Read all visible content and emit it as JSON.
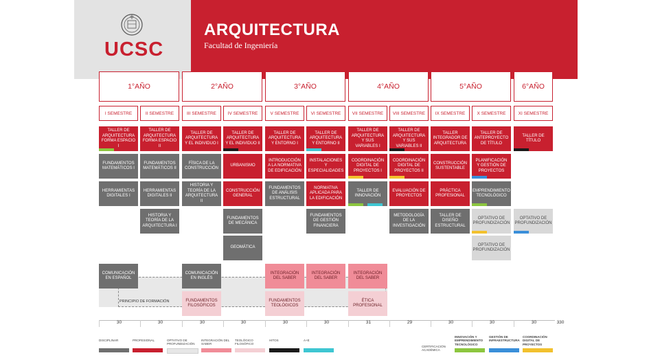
{
  "header": {
    "title": "ARQUITECTURA",
    "subtitle": "Facultad de Ingeniería",
    "logo_text": "UCSC",
    "accent_color": "#c8202f",
    "logo_bg": "#e3e3e3"
  },
  "years": [
    "1°AÑO",
    "2°AÑO",
    "3°AÑO",
    "4°AÑO",
    "5°AÑO",
    "6°AÑO"
  ],
  "semesters": [
    "I SEMESTRE",
    "II SEMESTRE",
    "III SEMESTRE",
    "IV SEMESTRE",
    "V SEMESTRE",
    "VI SEMESTRE",
    "VII SEMESTRE",
    "VIII SEMESTRE",
    "IX SEMESTRE",
    "X SEMESTRE",
    "XI SEMESTRE"
  ],
  "courses": [
    {
      "sem": 0,
      "row": 0,
      "type": "profesional",
      "label": "Taller de Arquitectura Forma Espacio I",
      "mark": "optativo-green"
    },
    {
      "sem": 0,
      "row": 1,
      "type": "disciplinar",
      "label": "Fundamentos Matemáticos I"
    },
    {
      "sem": 0,
      "row": 2,
      "type": "disciplinar",
      "label": "Herramientas Digitales I"
    },
    {
      "sem": 1,
      "row": 0,
      "type": "profesional",
      "label": "Taller de Arquitectura Forma Espacio II"
    },
    {
      "sem": 1,
      "row": 1,
      "type": "disciplinar",
      "label": "Fundamentos Matemáticos II"
    },
    {
      "sem": 1,
      "row": 2,
      "type": "disciplinar",
      "label": "Herramientas Digitales II"
    },
    {
      "sem": 1,
      "row": 3,
      "type": "disciplinar",
      "label": "Historia y Teoría de la Arquitectura I"
    },
    {
      "sem": 2,
      "row": 0,
      "type": "profesional",
      "label": "Taller de Arquitectura y el Individuo I"
    },
    {
      "sem": 2,
      "row": 1,
      "type": "disciplinar",
      "label": "Física de la Construcción"
    },
    {
      "sem": 2,
      "row": 2,
      "type": "disciplinar",
      "label": "Historia y Teoría de la Arquitectura II"
    },
    {
      "sem": 3,
      "row": 0,
      "type": "profesional",
      "label": "Taller de Arquitectura y el Individuo II",
      "mark": "hitos"
    },
    {
      "sem": 3,
      "row": 1,
      "type": "profesional",
      "label": "Urbanismo"
    },
    {
      "sem": 3,
      "row": 2,
      "type": "profesional",
      "label": "Construcción General"
    },
    {
      "sem": 3,
      "row": 3,
      "type": "disciplinar",
      "label": "Fundamentos de Mecánica"
    },
    {
      "sem": 3,
      "row": 4,
      "type": "disciplinar",
      "label": "Geomática"
    },
    {
      "sem": 4,
      "row": 0,
      "type": "profesional",
      "label": "Taller de Arquitectura y Entorno I"
    },
    {
      "sem": 4,
      "row": 1,
      "type": "profesional",
      "label": "Introducción a la Normativa de Edificación"
    },
    {
      "sem": 4,
      "row": 2,
      "type": "disciplinar",
      "label": "Fundamentos de Análisis Estructural"
    },
    {
      "sem": 5,
      "row": 0,
      "type": "profesional",
      "label": "Taller de Arquitectura y Entorno II",
      "mark": "ae"
    },
    {
      "sem": 5,
      "row": 1,
      "type": "profesional",
      "label": "Instalaciones y Especialidades"
    },
    {
      "sem": 5,
      "row": 2,
      "type": "profesional",
      "label": "Normativa Aplicada para la Edificación"
    },
    {
      "sem": 5,
      "row": 3,
      "type": "disciplinar",
      "label": "Fundamentos de Gestión Financiera"
    },
    {
      "sem": 6,
      "row": 0,
      "type": "profesional",
      "label": "Taller de Arquitectura y sus Variables I"
    },
    {
      "sem": 6,
      "row": 1,
      "type": "profesional",
      "label": "Coordinación Digital de Proyectos I",
      "mark": "coord"
    },
    {
      "sem": 6,
      "row": 2,
      "type": "disciplinar",
      "label": "Taller de Innovación",
      "mark": "innov-ae"
    },
    {
      "sem": 7,
      "row": 0,
      "type": "profesional",
      "label": "Taller de Arquitectura y sus Variables II",
      "mark": "hitos"
    },
    {
      "sem": 7,
      "row": 1,
      "type": "profesional",
      "label": "Coordinación Digital de Proyectos II",
      "mark": "coord"
    },
    {
      "sem": 7,
      "row": 2,
      "type": "profesional",
      "label": "Evaluación de Proyectos"
    },
    {
      "sem": 7,
      "row": 3,
      "type": "disciplinar",
      "label": "Metodología de la Investigación"
    },
    {
      "sem": 8,
      "row": 0,
      "type": "profesional",
      "label": "Taller Integrador de Arquitectura"
    },
    {
      "sem": 8,
      "row": 1,
      "type": "profesional",
      "label": "Construcción Sustentable"
    },
    {
      "sem": 8,
      "row": 2,
      "type": "profesional",
      "label": "Práctica Profesional"
    },
    {
      "sem": 8,
      "row": 3,
      "type": "disciplinar",
      "label": "Taller de Diseño Estructural"
    },
    {
      "sem": 9,
      "row": 0,
      "type": "profesional",
      "label": "Taller de Anteproyecto de Título"
    },
    {
      "sem": 9,
      "row": 1,
      "type": "profesional",
      "label": "Planificación y Gestión de Proyectos",
      "mark": "infra"
    },
    {
      "sem": 9,
      "row": 2,
      "type": "disciplinar",
      "label": "Emprendimiento Tecnológico",
      "mark": "innov"
    },
    {
      "sem": 9,
      "row": 3,
      "type": "optativo",
      "label": "Optativo de Profundización",
      "mark": "coord"
    },
    {
      "sem": 9,
      "row": 4,
      "type": "optativo",
      "label": "Optativo de Profundización"
    },
    {
      "sem": 10,
      "row": 0,
      "type": "profesional",
      "label": "Taller de Título",
      "mark": "hitos"
    },
    {
      "sem": 10,
      "row": 3,
      "type": "optativo",
      "label": "Optativo de Profundización",
      "mark": "infra"
    }
  ],
  "lower": [
    {
      "sem": 0,
      "row": 0,
      "type": "disciplinar",
      "label": "Comunicación en Español"
    },
    {
      "sem": 2,
      "row": 0,
      "type": "disciplinar",
      "label": "Comunicación en Inglés"
    },
    {
      "sem": 2,
      "row": 1,
      "type": "teologico",
      "label": "Fundamentos Filosóficos"
    },
    {
      "sem": 4,
      "row": 0,
      "type": "integracion",
      "label": "Integración del Saber"
    },
    {
      "sem": 4,
      "row": 1,
      "type": "teologico",
      "label": "Fundamentos Teológicos"
    },
    {
      "sem": 5,
      "row": 0,
      "type": "integracion",
      "label": "Integración del Saber"
    },
    {
      "sem": 6,
      "row": 0,
      "type": "integracion",
      "label": "Integración del Saber"
    },
    {
      "sem": 6,
      "row": 1,
      "type": "teologico",
      "label": "Ética Profesional"
    }
  ],
  "principio_label": "Principio de Formación",
  "credits": [
    "30",
    "30",
    "30",
    "30",
    "30",
    "30",
    "31",
    "29",
    "30",
    "30",
    "30"
  ],
  "credits_total": "330",
  "legend": [
    {
      "label": "Disciplinar",
      "color": "#6f6f6f"
    },
    {
      "label": "Profesional",
      "color": "#c8202f"
    },
    {
      "label": "Optativo de Profundización",
      "color": "#e6e6e6"
    },
    {
      "label": "Integración del Saber",
      "color": "#f08c98"
    },
    {
      "label": "Teológico Filosófico",
      "color": "#f4cfd4"
    },
    {
      "label": "Hitos",
      "color": "#1a1a1a"
    },
    {
      "label": "A+E",
      "color": "#3ec6d2"
    }
  ],
  "legend_right": {
    "title": "Certificación Académica",
    "items": [
      {
        "label": "Innovación y Emprendimiento Tecnológico",
        "color": "#8cc63f"
      },
      {
        "label": "Gestión de Infraestructura",
        "color": "#3a8fd9"
      },
      {
        "label": "Coordinación Digital de Proyectos",
        "color": "#f2c12e"
      }
    ]
  }
}
